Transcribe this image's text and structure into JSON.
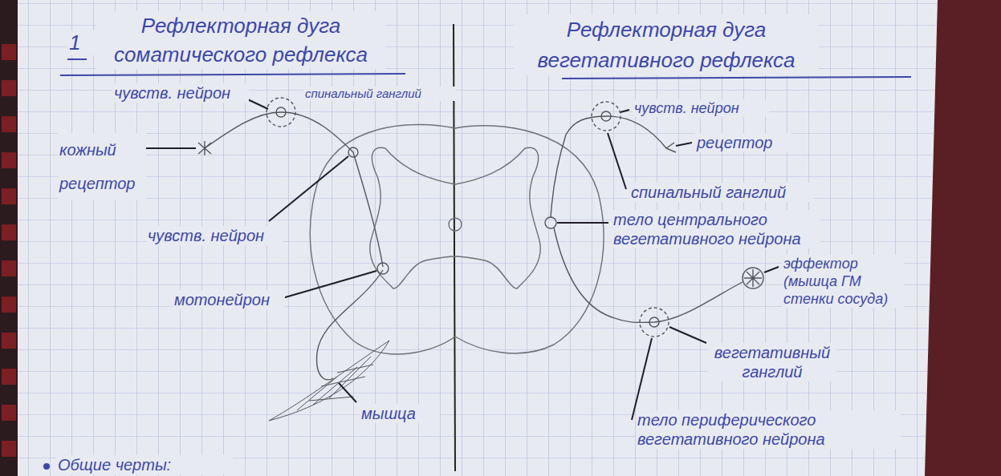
{
  "diagram": {
    "labels": [
      "1",
      "Рефлекторная дуга соматического рефлекса",
      "Рефлекторная дуга вегетативного рефлекса",
      "чувств. нейрон",
      "спинальный ганглий",
      "кожный рецептор",
      "чувств. нейрон",
      "мотонейрон",
      "мышца",
      "чувств. нейрон",
      "рецептор",
      "спинальный ганглий",
      "тело центрального вегетативного нейрона",
      "эффектор (мышца ГМ стенки сосуда)",
      "вегетативный ганглий",
      "тело периферического вегетативного нейрона",
      "Общие черты:"
    ]
  }
}
